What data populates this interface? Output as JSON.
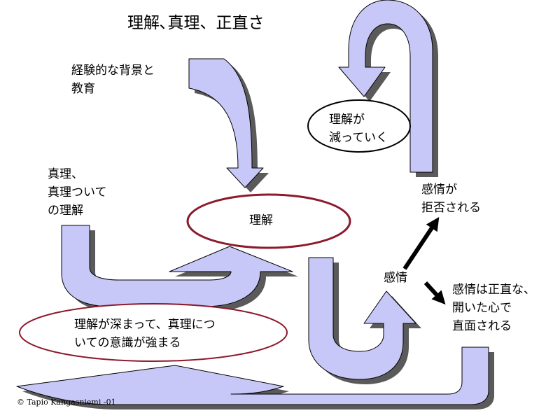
{
  "title": "理解､真理、正直さ",
  "labels": {
    "background": "経験的な背景と\n教育",
    "truth": "真理、\n真理ついて\nの理解",
    "understanding": "理解",
    "less_understanding": "理解が\n減っていく",
    "emotions_rejected": "感情が\n拒否される",
    "emotions": "感情",
    "emotions_faced": "感情は正直な、\n開いた心で\n直面される",
    "deepening": "理解が深まって、真理につ\nいての意識が強まる"
  },
  "copyright": "© Tapio Kangasniemi -01",
  "colors": {
    "arrow_fill": "#c7c8f7",
    "arrow_shadow": "#5a5a5a",
    "ellipse_red": "#8c1a2c",
    "ellipse_black": "#000000"
  }
}
